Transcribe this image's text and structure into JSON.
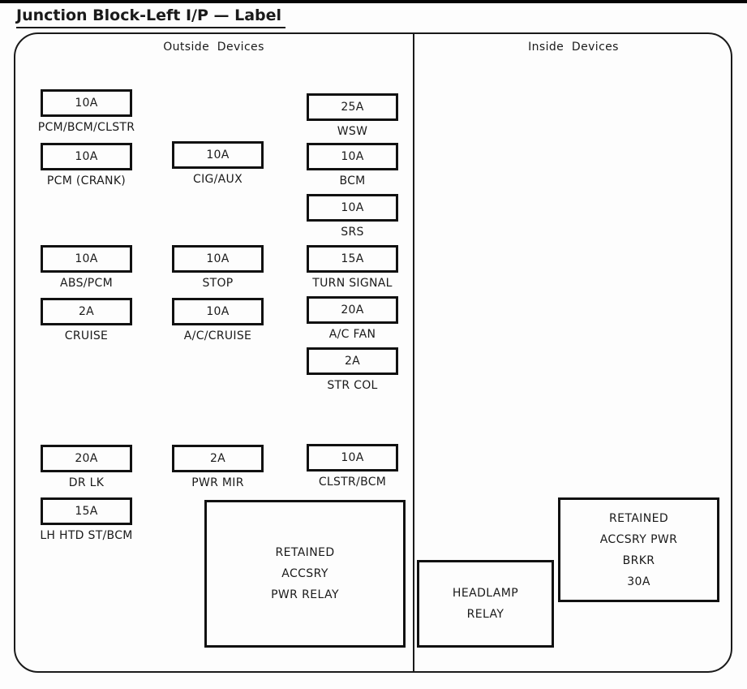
{
  "title": "Junction Block-Left I/P — Label",
  "sections": {
    "outside": {
      "label": "Outside  Devices"
    },
    "inside": {
      "label": "Inside  Devices"
    }
  },
  "fuses": [
    {
      "amp": "10A",
      "label": "PCM/BCM/CLSTR"
    },
    {
      "amp": "10A",
      "label": "PCM (CRANK)"
    },
    {
      "amp": "10A",
      "label": "ABS/PCM"
    },
    {
      "amp": "2A",
      "label": "CRUISE"
    },
    {
      "amp": "20A",
      "label": "DR LK"
    },
    {
      "amp": "15A",
      "label": "LH HTD ST/BCM"
    },
    {
      "amp": "10A",
      "label": "CIG/AUX"
    },
    {
      "amp": "10A",
      "label": "STOP"
    },
    {
      "amp": "10A",
      "label": "A/C/CRUISE"
    },
    {
      "amp": "2A",
      "label": "PWR MIR"
    },
    {
      "amp": "25A",
      "label": "WSW"
    },
    {
      "amp": "10A",
      "label": "BCM"
    },
    {
      "amp": "10A",
      "label": "SRS"
    },
    {
      "amp": "15A",
      "label": "TURN SIGNAL"
    },
    {
      "amp": "20A",
      "label": "A/C FAN"
    },
    {
      "amp": "2A",
      "label": "STR COL"
    },
    {
      "amp": "10A",
      "label": "CLSTR/BCM"
    }
  ],
  "relays": [
    {
      "lines": [
        "RETAINED",
        "ACCSRY",
        "PWR RELAY"
      ]
    },
    {
      "lines": [
        "HEADLAMP",
        "RELAY"
      ]
    },
    {
      "lines": [
        "RETAINED",
        "ACCSRY PWR",
        "BRKR",
        "30A"
      ]
    }
  ],
  "colors": {
    "ink": "#1a1a1a",
    "background": "#fdfdfd"
  }
}
